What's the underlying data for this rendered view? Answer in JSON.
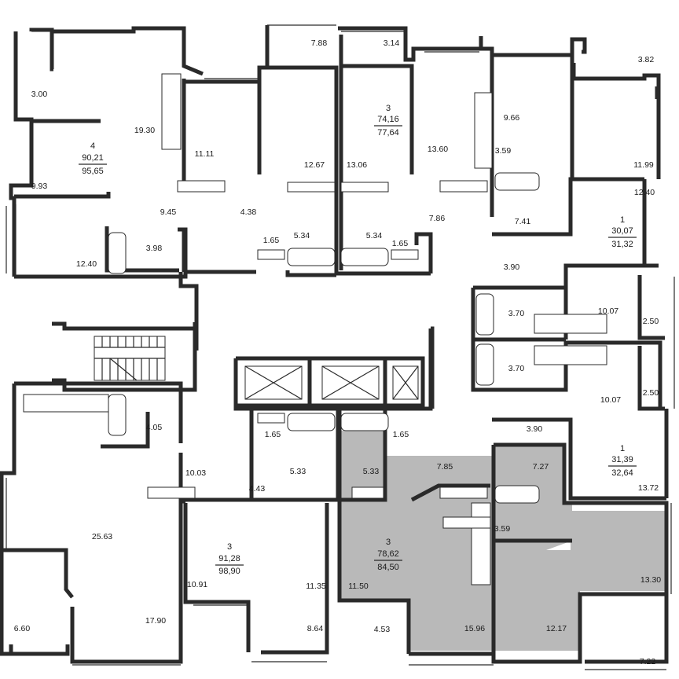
{
  "rooms": [
    {
      "id": "r1",
      "area": "7.88"
    },
    {
      "id": "r2",
      "area": "3.14"
    },
    {
      "id": "r3",
      "area": "3.82"
    },
    {
      "id": "r4",
      "area": "3.00"
    },
    {
      "id": "r5",
      "area": "19.30"
    },
    {
      "id": "r6",
      "area": "11.11"
    },
    {
      "id": "r7",
      "area": "12.67"
    },
    {
      "id": "r8",
      "area": "13.06"
    },
    {
      "id": "r9",
      "area": "13.60"
    },
    {
      "id": "r10",
      "area": "9.66"
    },
    {
      "id": "r11",
      "area": "3.59"
    },
    {
      "id": "r12",
      "area": "11.99"
    },
    {
      "id": "r13",
      "area": "9.93"
    },
    {
      "id": "r14",
      "area": "9.45"
    },
    {
      "id": "r15",
      "area": "4.38"
    },
    {
      "id": "r16",
      "area": "12.40"
    },
    {
      "id": "r17",
      "area": "7.86"
    },
    {
      "id": "r18",
      "area": "7.41"
    },
    {
      "id": "r19",
      "area": "1.65"
    },
    {
      "id": "r20",
      "area": "5.34"
    },
    {
      "id": "r21",
      "area": "5.34"
    },
    {
      "id": "r22",
      "area": "1.65"
    },
    {
      "id": "r23",
      "area": "3.98"
    },
    {
      "id": "r24",
      "area": "12.40"
    },
    {
      "id": "r25",
      "area": "3.90"
    },
    {
      "id": "r26",
      "area": "3.70"
    },
    {
      "id": "r27",
      "area": "10.07"
    },
    {
      "id": "r28",
      "area": "2.50"
    },
    {
      "id": "r29",
      "area": "3.70"
    },
    {
      "id": "r30",
      "area": "2.50"
    },
    {
      "id": "r31",
      "area": "10.07"
    },
    {
      "id": "r32",
      "area": "4.05"
    },
    {
      "id": "r33",
      "area": "3.90"
    },
    {
      "id": "r34",
      "area": "1.65"
    },
    {
      "id": "r35",
      "area": "1.65"
    },
    {
      "id": "r36",
      "area": "10.03"
    },
    {
      "id": "r37",
      "area": "5.33"
    },
    {
      "id": "r38",
      "area": "5.33"
    },
    {
      "id": "r39",
      "area": "7.85"
    },
    {
      "id": "r40",
      "area": "7.27"
    },
    {
      "id": "r41",
      "area": "4.43"
    },
    {
      "id": "r42",
      "area": "13.72"
    },
    {
      "id": "r43",
      "area": "25.63"
    },
    {
      "id": "r44",
      "area": "3.59"
    },
    {
      "id": "r45",
      "area": "13.30"
    },
    {
      "id": "r46",
      "area": "10.91"
    },
    {
      "id": "r47",
      "area": "11.35"
    },
    {
      "id": "r48",
      "area": "11.50"
    },
    {
      "id": "r49",
      "area": "6.60"
    },
    {
      "id": "r50",
      "area": "17.90"
    },
    {
      "id": "r51",
      "area": "8.64"
    },
    {
      "id": "r52",
      "area": "4.53"
    },
    {
      "id": "r53",
      "area": "15.96"
    },
    {
      "id": "r54",
      "area": "12.17"
    },
    {
      "id": "r55",
      "area": "7.22"
    }
  ],
  "apartments": [
    {
      "id": "apt-a",
      "rooms": "4",
      "area_living": "90,21",
      "area_total": "95,65"
    },
    {
      "id": "apt-b",
      "rooms": "3",
      "area_living": "74,16",
      "area_total": "77,64"
    },
    {
      "id": "apt-c",
      "rooms": "1",
      "area_living": "30,07",
      "area_total": "31,32"
    },
    {
      "id": "apt-d",
      "rooms": "1",
      "area_living": "31,39",
      "area_total": "32,64"
    },
    {
      "id": "apt-e",
      "rooms": "3",
      "area_living": "91,28",
      "area_total": "98,90"
    },
    {
      "id": "apt-f",
      "rooms": "3",
      "area_living": "78,62",
      "area_total": "84,50",
      "highlighted": true
    }
  ],
  "colors": {
    "wall": "#2a2a2a",
    "highlight": "#b9b9b9",
    "background": "#ffffff"
  }
}
